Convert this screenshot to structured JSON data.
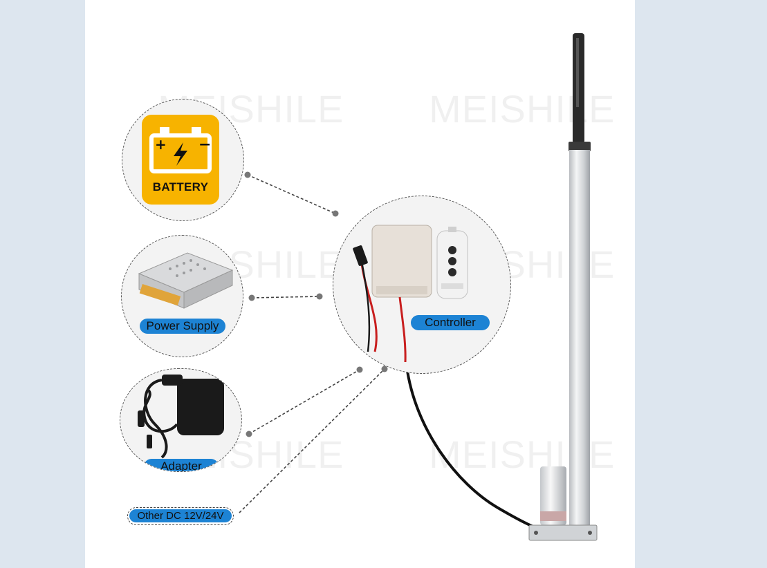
{
  "watermark": "MEISHILE",
  "items": {
    "battery": {
      "label": "BATTERY"
    },
    "power_supply": {
      "label": "Power Supply"
    },
    "adapter": {
      "label": "Adapter"
    },
    "other_dc": {
      "label": "Other DC 12V/24V"
    },
    "controller": {
      "label": "Controller"
    }
  },
  "colors": {
    "accent_blue": "#1d83d4",
    "battery_yellow": "#f7b300",
    "background": "#dde6ef"
  }
}
